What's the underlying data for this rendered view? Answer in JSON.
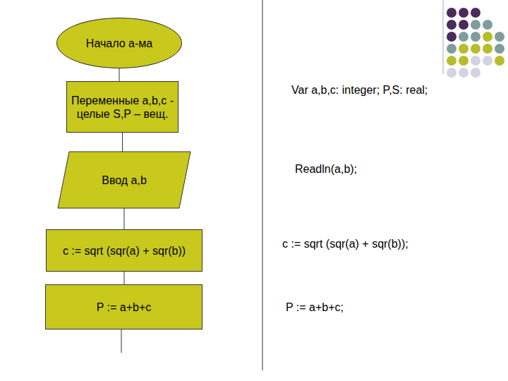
{
  "diagram": {
    "nodes": [
      {
        "text": [
          "Начало а-ма"
        ]
      },
      {
        "text": [
          "Переменные a,b,c - целые S,P – вещ."
        ]
      },
      {
        "text": [
          "Ввод a,b"
        ]
      },
      {
        "text": [
          "c := sqrt (sqr(a) + sqr(b))"
        ]
      },
      {
        "text": [
          "P := a+b+c"
        ]
      }
    ],
    "edges": [
      {
        "from": 0,
        "to": 1,
        "arrow": "none"
      },
      {
        "from": 1,
        "to": 2,
        "arrow": "none"
      },
      {
        "from": 2,
        "to": 3,
        "arrow": "none"
      },
      {
        "from": 3,
        "to": 4,
        "arrow": "none"
      }
    ],
    "labels": [
      "Var a,b,c: integer; P,S: real;",
      "Readln(a,b);",
      "c := sqrt (sqr(a) + sqr(b));",
      "P := a+b+c;"
    ]
  }
}
